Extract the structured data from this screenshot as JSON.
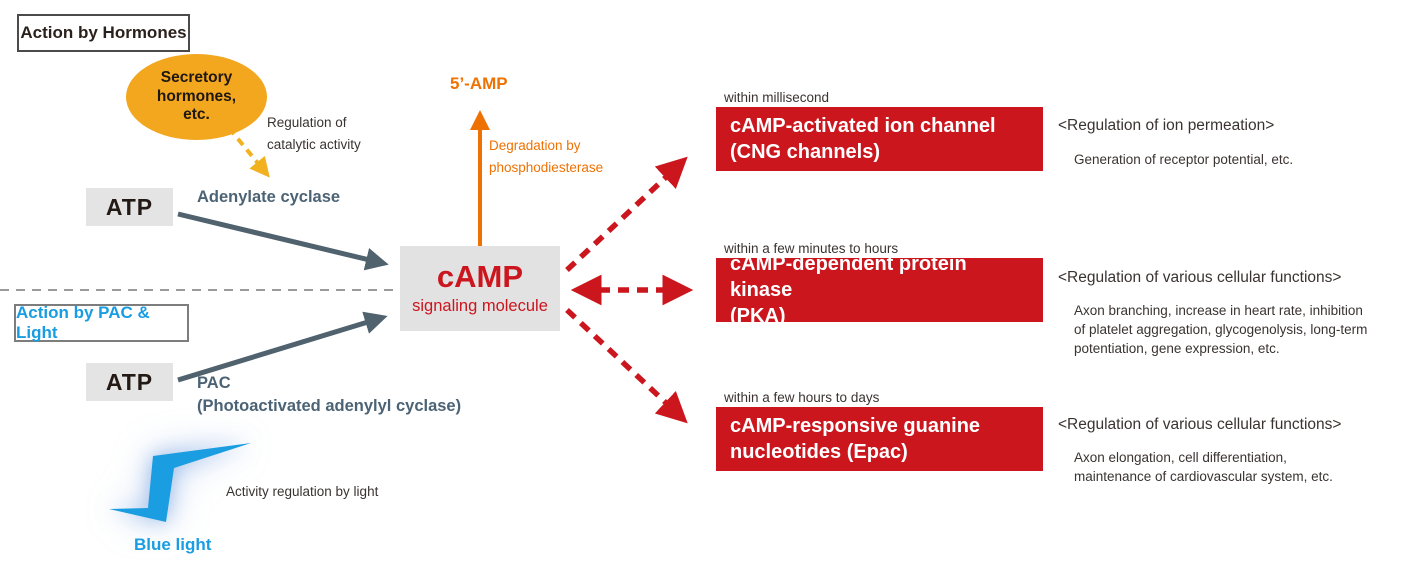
{
  "palette": {
    "red": "#cb161e",
    "orange": "#ee7203",
    "amber": "#f2a71e",
    "slate": "#50626e",
    "blue": "#1b9de2",
    "gray_box": "#e4e4e4",
    "dark_text": "#3a3330"
  },
  "icons": {
    "blue_light": "lightning-bolt-icon"
  },
  "hormone_section": {
    "title": "Action by Hormones",
    "ellipse_label": "Secretory\nhormones,\netc.",
    "regulation_note": "Regulation of\ncatalytic activity",
    "substrate": "ATP",
    "enzyme": "Adenylate cyclase"
  },
  "pac_section": {
    "title": "Action by PAC & Light",
    "substrate": "ATP",
    "enzyme": "PAC",
    "enzyme_full": "(Photoactivated adenylyl cyclase)",
    "light_note": "Activity regulation by light",
    "light_label": "Blue light"
  },
  "camp": {
    "name": "cAMP",
    "subtitle": "signaling molecule"
  },
  "degradation": {
    "product": "5’-AMP",
    "note": "Degradation by\nphosphodiesterase"
  },
  "targets": [
    {
      "timing": "within millisecond",
      "name": "cAMP-activated ion channel\n(CNG channels)",
      "effect_title": "<Regulation of ion permeation>",
      "effect_body": "Generation of receptor potential, etc."
    },
    {
      "timing": "within a few minutes to hours",
      "name": "cAMP-dependent protein kinase\n(PKA)",
      "effect_title": "<Regulation of various cellular functions>",
      "effect_body": "Axon branching, increase in heart rate, inhibition\nof platelet aggregation, glycogenolysis, long-term\npotentiation, gene expression, etc."
    },
    {
      "timing": "within a few hours to days",
      "name": "cAMP-responsive guanine\nnucleotides (Epac)",
      "effect_title": "<Regulation of various cellular functions>",
      "effect_body": "Axon elongation, cell differentiation,\nmaintenance of cardiovascular system, etc."
    }
  ]
}
